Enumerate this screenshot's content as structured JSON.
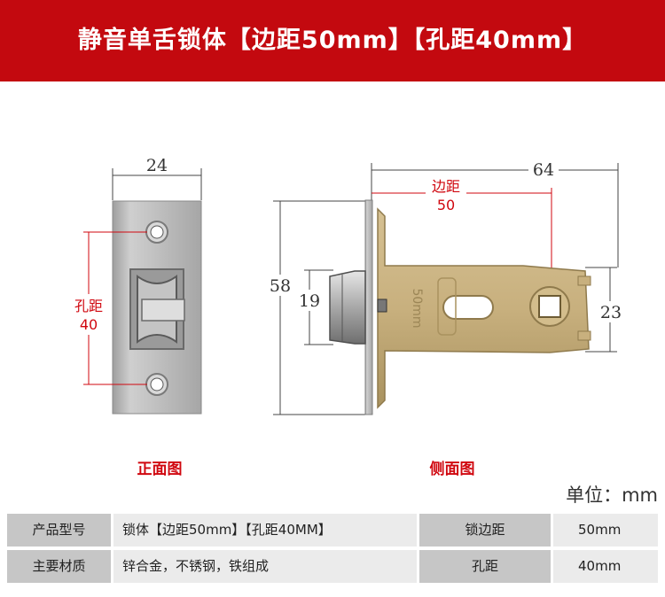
{
  "header": {
    "title": "静音单舌锁体【边距50mm】【孔距40mm】"
  },
  "front_view": {
    "width_dim": "24",
    "hole_label_line1": "孔距",
    "hole_label_line2": "40",
    "caption": "正面图"
  },
  "side_view": {
    "length_dim": "64",
    "backset_label_line1": "边距",
    "backset_label_line2": "50",
    "height_dim": "58",
    "latch_dim": "19",
    "case_dim": "23",
    "stamp": "50mm",
    "caption": "侧面图"
  },
  "unit_label": "单位：mm",
  "specs": {
    "rows": [
      {
        "label": "产品型号",
        "value": "锁体【边距50mm】【孔距40MM】",
        "label2": "锁边距",
        "value2": "50mm"
      },
      {
        "label": "主要材质",
        "value": "锌合金，不锈钢，铁组成",
        "label2": "孔距",
        "value2": "40mm"
      }
    ]
  },
  "colors": {
    "banner": "#c3090f",
    "accent_red": "#d0070f",
    "brass": "#c8b07e",
    "steel": "#b9b9b9"
  }
}
